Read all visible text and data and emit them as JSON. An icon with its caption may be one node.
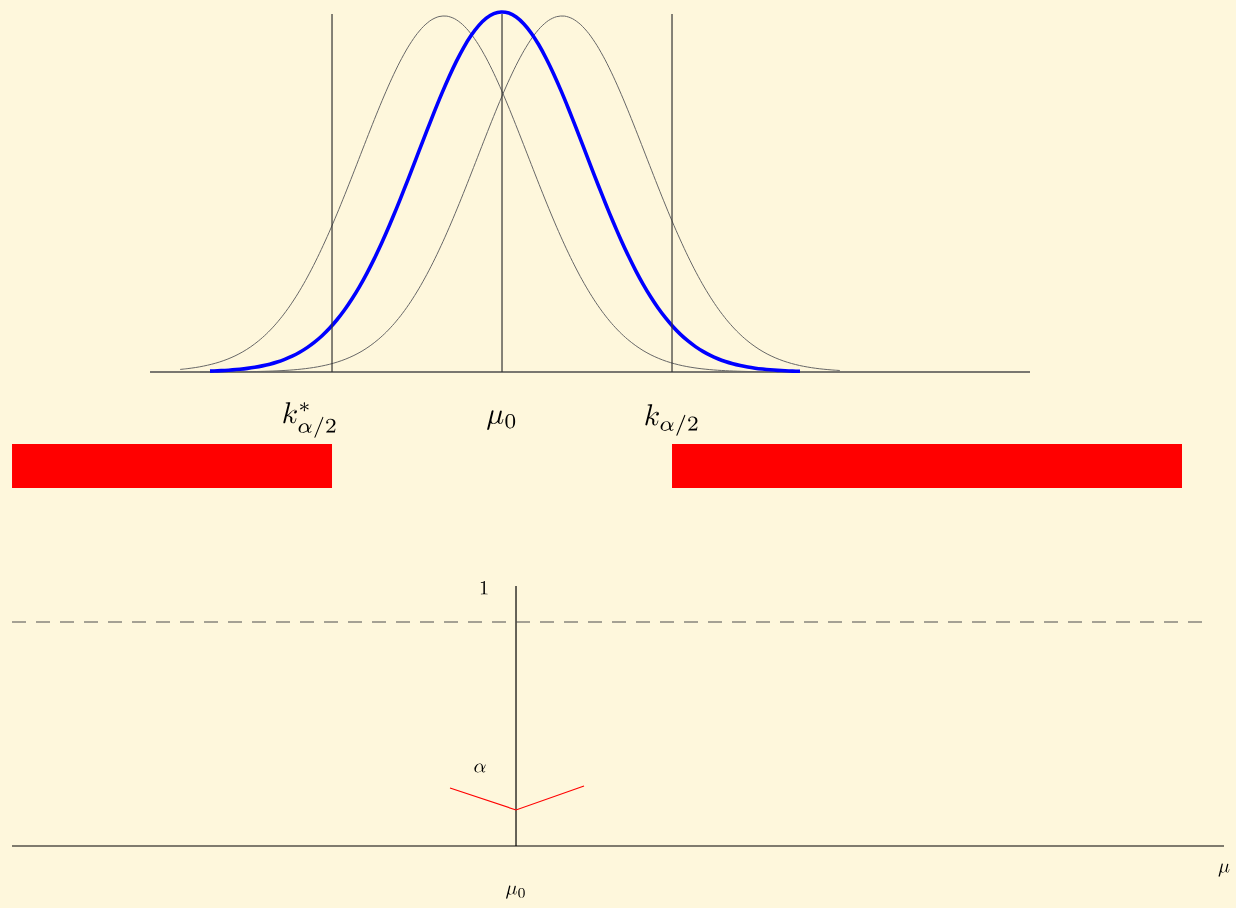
{
  "diagram": {
    "labels": [
      "k^*_{\\alpha/2}",
      "\\mu_0",
      "k_{\\alpha/2}",
      "1",
      "\\alpha",
      "\\mu_0",
      "\\mu"
    ]
  }
}
